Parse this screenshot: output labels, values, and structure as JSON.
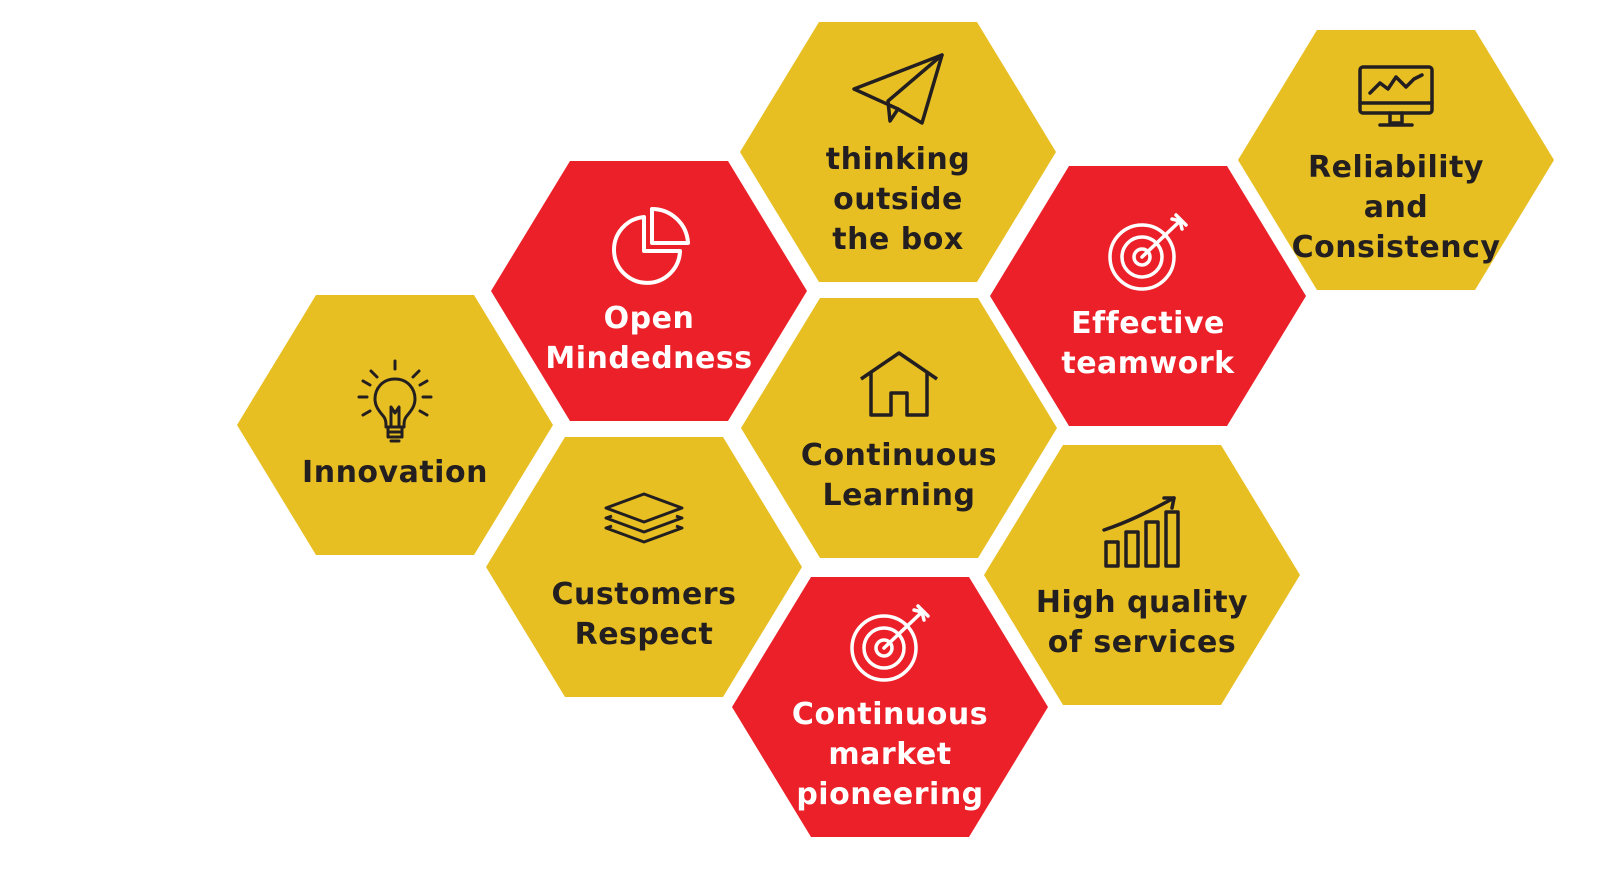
{
  "colors": {
    "gold": "#e8bf22",
    "red": "#ec2028",
    "dark_text": "#231f20",
    "light_text": "#ffffff"
  },
  "values": [
    {
      "id": "innovation",
      "label": "Innovation",
      "icon": "light-bulb-icon",
      "color": "gold"
    },
    {
      "id": "open-mindedness",
      "label": "Open\nMindedness",
      "icon": "pie-chart-icon",
      "color": "red"
    },
    {
      "id": "customers-respect",
      "label": "Customers\nRespect",
      "icon": "layers-icon",
      "color": "gold"
    },
    {
      "id": "thinking-outside-the-box",
      "label": "thinking outside\nthe box",
      "icon": "paper-plane-icon",
      "color": "gold"
    },
    {
      "id": "continuous-learning",
      "label": "Continuous\nLearning",
      "icon": "house-icon",
      "color": "gold"
    },
    {
      "id": "continuous-market-pioneering",
      "label": "Continuous\nmarket\npioneering",
      "icon": "target-icon",
      "color": "red"
    },
    {
      "id": "effective-teamwork",
      "label": "Effective\nteamwork",
      "icon": "target-icon",
      "color": "red"
    },
    {
      "id": "high-quality-of-services",
      "label": "High quality\nof services",
      "icon": "bar-chart-growth-icon",
      "color": "gold"
    },
    {
      "id": "reliability-and-consistency",
      "label": "Reliability and\nConsistency",
      "icon": "monitor-chart-icon",
      "color": "gold"
    }
  ]
}
